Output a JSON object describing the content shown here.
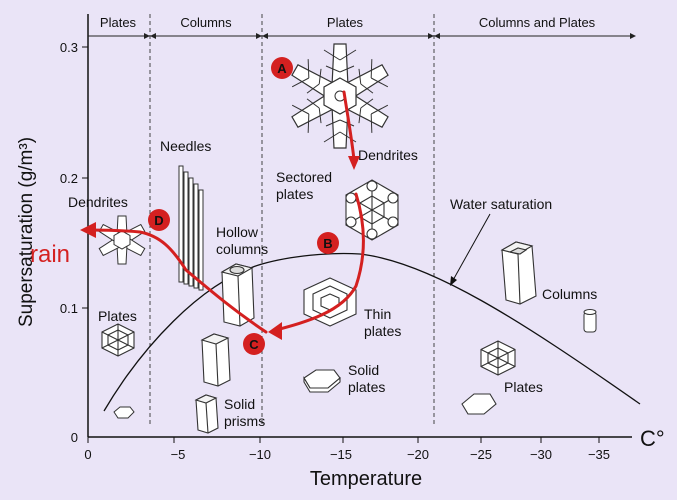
{
  "colors": {
    "background": "#eae4f7",
    "axis": "#111111",
    "arrow": "#d42020",
    "marker": "#d42020",
    "crystal_fill": "#ffffff",
    "crystal_stroke": "#333333"
  },
  "regions": [
    {
      "label": "Plates"
    },
    {
      "label": "Columns"
    },
    {
      "label": "Plates"
    },
    {
      "label": "Columns and Plates"
    }
  ],
  "axes": {
    "x_label": "Temperature",
    "x_unit": "C°",
    "x_ticks": [
      "0",
      "−5",
      "−10",
      "−15",
      "−20",
      "−25",
      "−30",
      "−35"
    ],
    "y_label": "Supersaturation (g/m³)",
    "y_ticks": [
      "0",
      "0.1",
      "0.2",
      "0.3"
    ]
  },
  "labels": {
    "dendrites_top": "Dendrites",
    "sectored_plates": "Sectored\nplates",
    "water_saturation": "Water saturation",
    "needles": "Needles",
    "dendrites_left": "Dendrites",
    "hollow_columns": "Hollow\ncolumns",
    "columns_right": "Columns",
    "plates_left": "Plates",
    "thin_plates": "Thin\nplates",
    "solid_plates": "Solid\nplates",
    "plates_right": "Plates",
    "solid_prisms": "Solid\nprisms",
    "rain": "rain"
  },
  "markers": [
    "A",
    "B",
    "C",
    "D"
  ]
}
